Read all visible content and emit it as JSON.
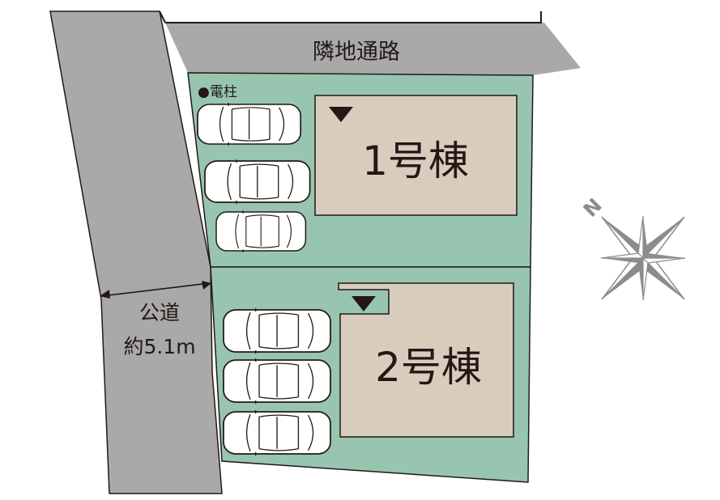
{
  "neighbor_road": {
    "label": "隣地通路"
  },
  "utility_pole": {
    "label": "●電柱"
  },
  "public_road": {
    "label": "公道",
    "width_label": "約5.1m"
  },
  "units": [
    {
      "label": "1号棟",
      "parking_spaces": 3
    },
    {
      "label": "2号棟",
      "parking_spaces": 3
    }
  ],
  "compass": {
    "north_label": "N"
  },
  "colors": {
    "road": "#a9a9a9",
    "lot": "#97c5b0",
    "building": "#d8cdbd",
    "outline": "#231815",
    "compass": "#8c8c8c"
  }
}
